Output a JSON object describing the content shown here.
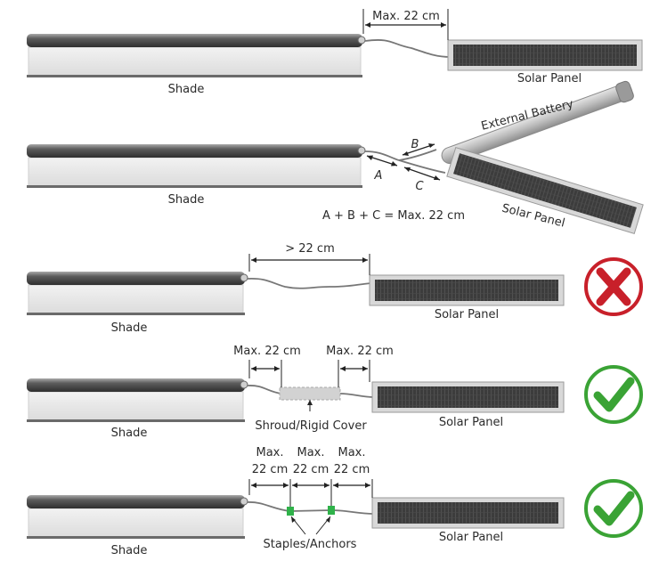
{
  "labels": {
    "shade": "Shade",
    "solar_panel": "Solar Panel",
    "external_battery": "External Battery",
    "max_22": "Max. 22 cm",
    "over_22": "> 22 cm",
    "a": "A",
    "b": "B",
    "c": "C",
    "formula": "A + B + C = Max. 22 cm",
    "shroud": "Shroud/Rigid Cover",
    "staples": "Staples/Anchors",
    "max_word": "Max.",
    "cm_22": "22 cm"
  },
  "status": {
    "row3": "invalid",
    "row4": "valid",
    "row5": "valid"
  },
  "colors": {
    "invalid": "#c8202a",
    "valid": "#3aa335",
    "anchor": "#2fb24a"
  }
}
